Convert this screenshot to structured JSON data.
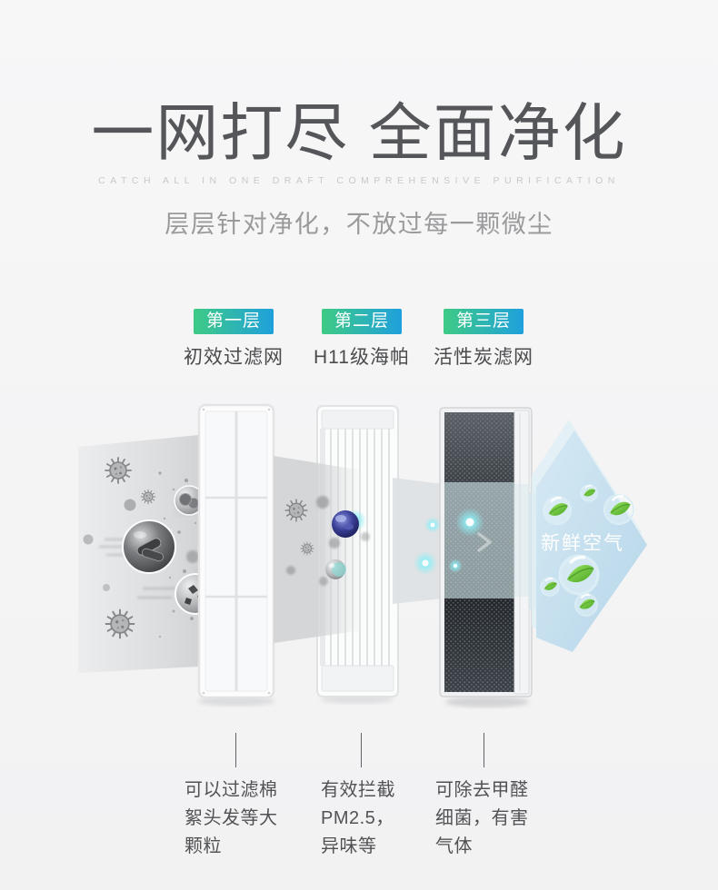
{
  "header": {
    "title": "一网打尽 全面净化",
    "subtitle_en": "CATCH ALL IN ONE DRAFT COMPREHENSIVE PURIFICATION",
    "subtitle_zh": "层层针对净化，不放过每一颗微尘"
  },
  "layers": [
    {
      "badge": "第一层",
      "name": "初效过滤网"
    },
    {
      "badge": "第二层",
      "name": "H11级海帕"
    },
    {
      "badge": "第三层",
      "name": "活性炭滤网"
    }
  ],
  "diagram": {
    "fresh_air_label": "新鲜空气"
  },
  "annotations": [
    {
      "lines": [
        "可以过滤棉",
        "絮头发等大",
        "颗粒"
      ]
    },
    {
      "lines": [
        "有效拦截",
        "PM2.5，",
        "异味等"
      ]
    },
    {
      "lines": [
        "可除去甲醛",
        "细菌，有害",
        "气体"
      ]
    }
  ],
  "colors": {
    "background": "#f4f4f5",
    "title_gray": "#55565a",
    "subtitle_en_gray": "#c9c9cb",
    "badge_gradient_start": "#3ecb85",
    "badge_gradient_end": "#1fa0dc",
    "arrow_blue": "#bfdcee",
    "glow_cyan": "#8deef6",
    "leaf_green": "#4aa527",
    "carbon_dark": "#2a2f34"
  }
}
